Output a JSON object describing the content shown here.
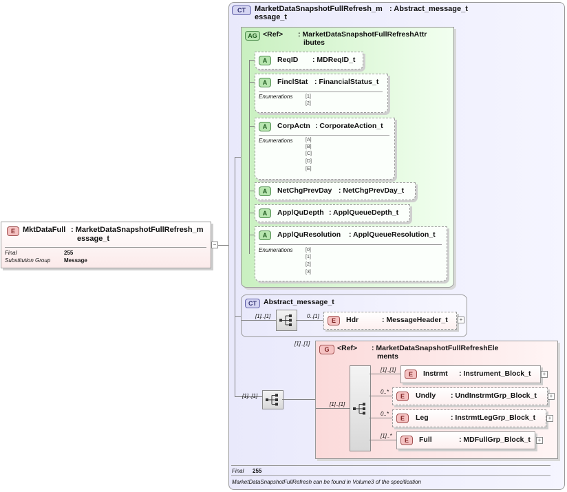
{
  "root": {
    "badge": "E",
    "name": "MktDataFull",
    "type_line1": ": MarketDataSnapshotFullRefresh_m",
    "type_line2": "essage_t",
    "props": [
      {
        "label": "Final",
        "value": "255"
      },
      {
        "label": "Substitution Group",
        "value": "Message"
      }
    ],
    "collapse_symbol": "−"
  },
  "complex_type": {
    "badge": "CT",
    "name_line1": "MarketDataSnapshotFullRefresh_m",
    "name_line2": "essage_t",
    "base": ": Abstract_message_t",
    "attribute_group": {
      "badge": "AG",
      "ref": "<Ref>",
      "type_line1": ": MarketDataSnapshotFullRefreshAttr",
      "type_line2": "ibutes",
      "attributes": [
        {
          "badge": "A",
          "name": "ReqID",
          "type": ": MDReqID_t"
        },
        {
          "badge": "A",
          "name": "FinclStat",
          "type": ": FinancialStatus_t",
          "enum_label": "Enumerations",
          "enums": [
            "[1]",
            "[2]"
          ]
        },
        {
          "badge": "A",
          "name": "CorpActn",
          "type": ": CorporateAction_t",
          "enum_label": "Enumerations",
          "enums": [
            "[A]",
            "[B]",
            "[C]",
            "[D]",
            "[E]"
          ]
        },
        {
          "badge": "A",
          "name": "NetChgPrevDay",
          "type": ": NetChgPrevDay_t"
        },
        {
          "badge": "A",
          "name": "ApplQuDepth",
          "type": ": ApplQueueDepth_t"
        },
        {
          "badge": "A",
          "name": "ApplQuResolution",
          "type": ": ApplQueueResolution_t",
          "enum_label": "Enumerations",
          "enums": [
            "[0]",
            "[1]",
            "[2]",
            "[3]"
          ]
        }
      ]
    },
    "abstract": {
      "badge": "CT",
      "name": "Abstract_message_t",
      "seq_mult": "[1]..[1]",
      "hdr": {
        "badge": "E",
        "name": "Hdr",
        "type": ": MessageHeader_t",
        "mult": "0..[1]"
      }
    },
    "outer_seq_mult": "[1]..[1]",
    "group": {
      "badge": "G",
      "ref": "<Ref>",
      "type_line1": ": MarketDataSnapshotFullRefreshEle",
      "type_line2": "ments",
      "group_mult": "[1]..[1]",
      "seq_mult": "[1]..[1]",
      "elements": [
        {
          "badge": "E",
          "name": "Instrmt",
          "type": ": Instrument_Block_t",
          "mult": "[1]..[1]"
        },
        {
          "badge": "E",
          "name": "Undly",
          "type": ": UndInstrmtGrp_Block_t",
          "mult": "0..*"
        },
        {
          "badge": "E",
          "name": "Leg",
          "type": ": InstrmtLegGrp_Block_t",
          "mult": "0..*"
        },
        {
          "badge": "E",
          "name": "Full",
          "type": ": MDFullGrp_Block_t",
          "mult": "[1]..*"
        }
      ]
    },
    "footer": {
      "final_label": "Final",
      "final_value": "255",
      "note": "MarketDataSnapshotFullRefresh can be found in Volume3 of the specification"
    }
  }
}
